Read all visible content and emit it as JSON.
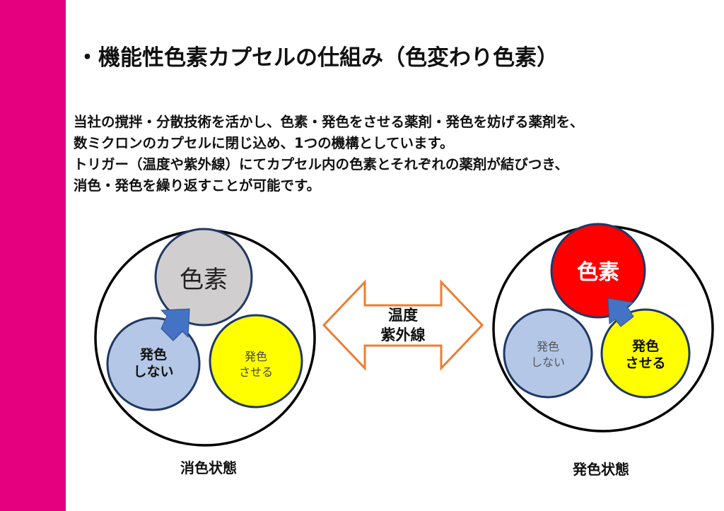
{
  "title": "・機能性色素カプセルの仕組み（色変わり色素）",
  "body": [
    "当社の撹拌・分散技術を活かし、色素・発色をさせる薬剤・発色を妨げる薬剤を、",
    "数ミクロンのカプセルに閉じ込め、1つの機構としています。",
    "トリガー（温度や紫外線）にてカプセル内の色素とそれぞれの薬剤が結びつき、",
    "消色・発色を繰り返すことが可能です。"
  ],
  "left": {
    "pigment": "色素",
    "inhibitor": [
      "発色",
      "しない"
    ],
    "developer": [
      "発色",
      "させる"
    ],
    "caption": "消色状態"
  },
  "right": {
    "pigment": "色素",
    "inhibitor": [
      "発色",
      "しない"
    ],
    "developer": [
      "発色",
      "させる"
    ],
    "caption": "発色状態"
  },
  "trigger": [
    "温度",
    "紫外線"
  ],
  "colors": {
    "accent": "#e4007f",
    "gray": "#d0cece",
    "blue": "#b4c7e7",
    "yellow": "#ffff00",
    "red": "#ff0000",
    "arrow": "#ed7d31",
    "pointer": "#4472c4",
    "outline": "#203864"
  }
}
